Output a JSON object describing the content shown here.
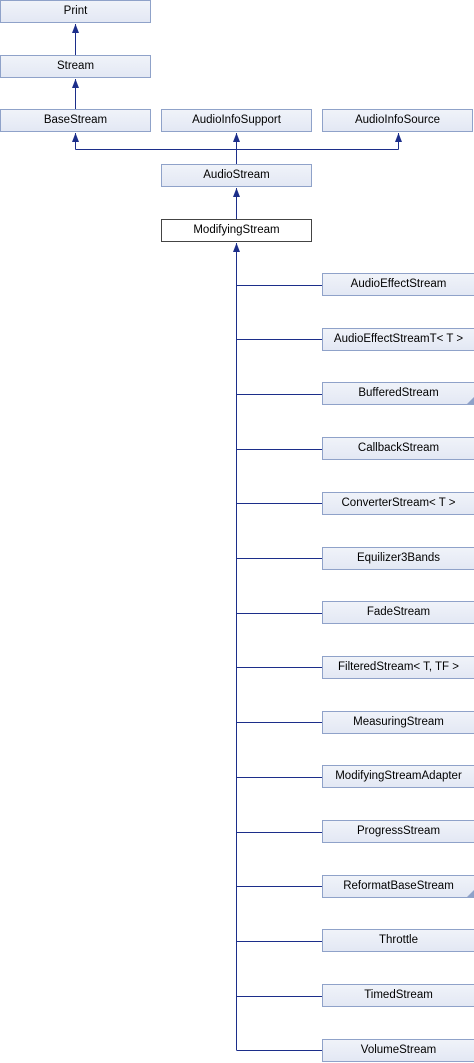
{
  "diagram": {
    "nodes": [
      {
        "id": "print",
        "label": "Print"
      },
      {
        "id": "stream",
        "label": "Stream"
      },
      {
        "id": "base_stream",
        "label": "BaseStream"
      },
      {
        "id": "audio_info_support",
        "label": "AudioInfoSupport"
      },
      {
        "id": "audio_info_source",
        "label": "AudioInfoSource"
      },
      {
        "id": "audio_stream",
        "label": "AudioStream"
      },
      {
        "id": "modifying_stream",
        "label": "ModifyingStream",
        "current": true
      },
      {
        "id": "audio_effect_stream",
        "label": "AudioEffectStream"
      },
      {
        "id": "audio_effect_stream_t",
        "label": "AudioEffectStreamT< T >"
      },
      {
        "id": "buffered_stream",
        "label": "BufferedStream",
        "has_more": true
      },
      {
        "id": "callback_stream",
        "label": "CallbackStream"
      },
      {
        "id": "converter_stream",
        "label": "ConverterStream< T >"
      },
      {
        "id": "equalizer3_bands",
        "label": "Equilizer3Bands"
      },
      {
        "id": "fade_stream",
        "label": "FadeStream"
      },
      {
        "id": "filtered_stream",
        "label": "FilteredStream< T, TF >"
      },
      {
        "id": "measuring_stream",
        "label": "MeasuringStream"
      },
      {
        "id": "modifying_stream_adapter",
        "label": "ModifyingStreamAdapter"
      },
      {
        "id": "progress_stream",
        "label": "ProgressStream"
      },
      {
        "id": "reformat_base_stream",
        "label": "ReformatBaseStream",
        "has_more": true
      },
      {
        "id": "throttle",
        "label": "Throttle"
      },
      {
        "id": "timed_stream",
        "label": "TimedStream"
      },
      {
        "id": "volume_stream",
        "label": "VolumeStream"
      }
    ],
    "edges": [
      {
        "from": "stream",
        "to": "print"
      },
      {
        "from": "base_stream",
        "to": "stream"
      },
      {
        "from": "audio_stream",
        "to": "base_stream"
      },
      {
        "from": "audio_stream",
        "to": "audio_info_support"
      },
      {
        "from": "audio_stream",
        "to": "audio_info_source"
      },
      {
        "from": "modifying_stream",
        "to": "audio_stream"
      },
      {
        "from": "audio_effect_stream",
        "to": "modifying_stream"
      },
      {
        "from": "audio_effect_stream_t",
        "to": "modifying_stream"
      },
      {
        "from": "buffered_stream",
        "to": "modifying_stream"
      },
      {
        "from": "callback_stream",
        "to": "modifying_stream"
      },
      {
        "from": "converter_stream",
        "to": "modifying_stream"
      },
      {
        "from": "equalizer3_bands",
        "to": "modifying_stream"
      },
      {
        "from": "fade_stream",
        "to": "modifying_stream"
      },
      {
        "from": "filtered_stream",
        "to": "modifying_stream"
      },
      {
        "from": "measuring_stream",
        "to": "modifying_stream"
      },
      {
        "from": "modifying_stream_adapter",
        "to": "modifying_stream"
      },
      {
        "from": "progress_stream",
        "to": "modifying_stream"
      },
      {
        "from": "reformat_base_stream",
        "to": "modifying_stream"
      },
      {
        "from": "throttle",
        "to": "modifying_stream"
      },
      {
        "from": "timed_stream",
        "to": "modifying_stream"
      },
      {
        "from": "volume_stream",
        "to": "modifying_stream"
      }
    ],
    "colors": {
      "edge": "#1c2e8a",
      "node_fill": "#e6ebf5",
      "node_border": "#8fa2c9",
      "current_border": "#444444"
    }
  }
}
